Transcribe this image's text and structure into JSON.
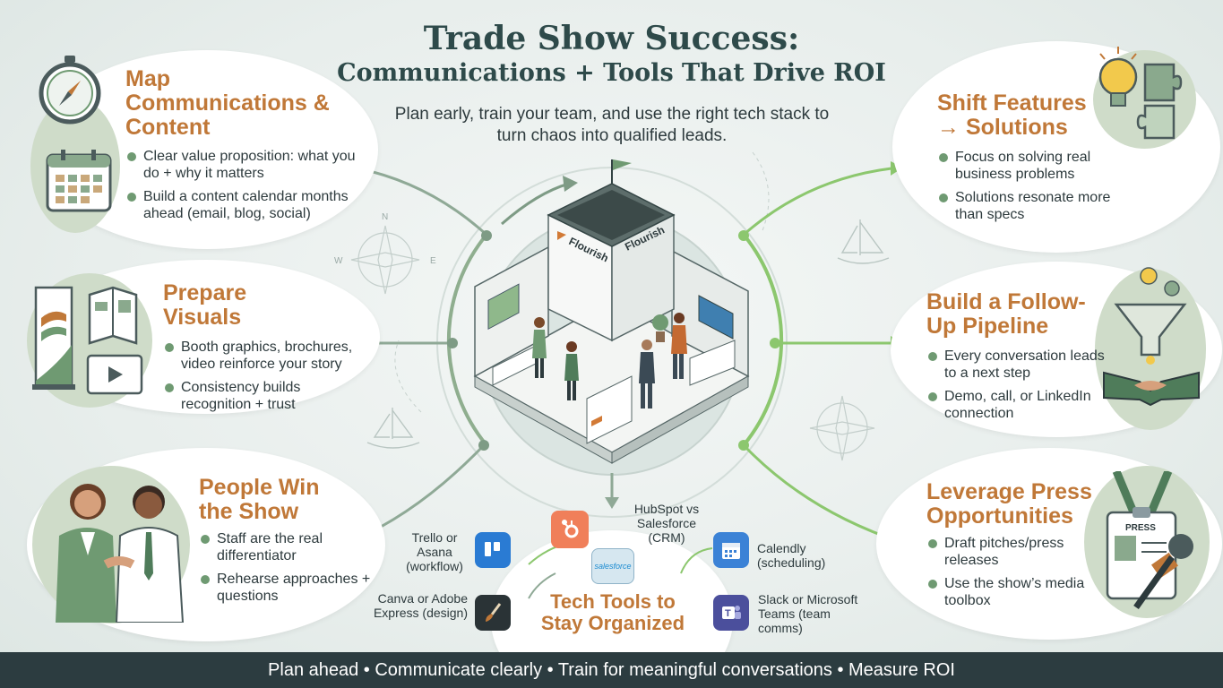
{
  "header": {
    "title": "Trade Show Success:",
    "subtitle_line": "Communications + Tools That Drive ROI",
    "tagline": "Plan early, train your team, and use the right tech stack to turn chaos into qualified leads."
  },
  "booth": {
    "sign_text": "Flourish"
  },
  "sections": {
    "map": {
      "heading": "Map Communications & Content",
      "bullets": [
        "Clear value proposition: what you do + why it matters",
        "Build a content calendar months ahead (email, blog, social)"
      ]
    },
    "visuals": {
      "heading": "Prepare Visuals",
      "bullets": [
        "Booth graphics, brochures, video reinforce your story",
        "Consistency builds recognition + trust"
      ]
    },
    "people": {
      "heading": "People Win the Show",
      "bullets": [
        "Staff are the real differentiator",
        "Rehearse approaches + questions"
      ]
    },
    "shift": {
      "heading": "Shift Features → Solutions",
      "bullets": [
        "Focus on solving real business problems",
        "Solutions resonate more than specs"
      ]
    },
    "pipeline": {
      "heading": "Build a Follow-Up Pipeline",
      "bullets": [
        "Every conversation leads to a next step",
        "Demo, call, or LinkedIn connection"
      ]
    },
    "press": {
      "heading": "Leverage Press Opportunities",
      "bullets": [
        "Draft pitches/press releases",
        "Use the show’s media toolbox"
      ],
      "badge_text": "PRESS"
    }
  },
  "tech": {
    "heading": "Tech Tools to Stay Organized",
    "tools": {
      "trello": "Trello or Asana (workflow)",
      "crm": "HubSpot vs Salesforce (CRM)",
      "calendly": "Calendly (scheduling)",
      "canva": "Canva or Adobe Express (design)",
      "slack": "Slack or Microsoft Teams (team comms)"
    },
    "salesforce_logo": "salesforce"
  },
  "compass": {
    "n": "N",
    "e": "E",
    "w": "W"
  },
  "footer": {
    "text": "Plan ahead • Communicate clearly • Train for meaningful conversations • Measure ROI"
  },
  "colors": {
    "accent_orange": "#c07838",
    "bullet_green": "#6f9a72",
    "title_teal": "#2e4a4a",
    "footer_bg": "#2c3c40"
  }
}
